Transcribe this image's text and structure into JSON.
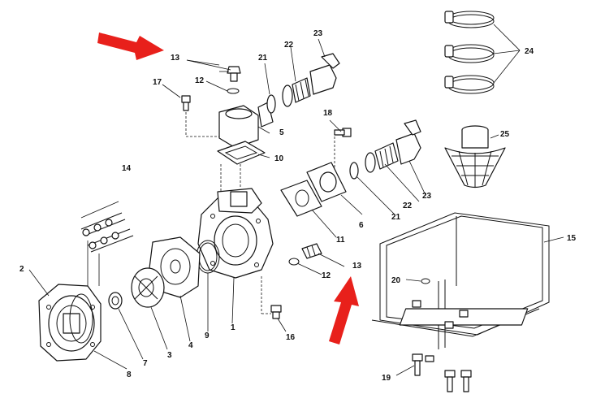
{
  "callouts": [
    {
      "id": "c-13-top",
      "text": "13"
    },
    {
      "id": "c-17",
      "text": "17"
    },
    {
      "id": "c-12-top",
      "text": "12"
    },
    {
      "id": "c-21-top",
      "text": "21"
    },
    {
      "id": "c-22-top",
      "text": "22"
    },
    {
      "id": "c-23-top",
      "text": "23"
    },
    {
      "id": "c-24",
      "text": "24"
    },
    {
      "id": "c-5",
      "text": "5"
    },
    {
      "id": "c-18",
      "text": "18"
    },
    {
      "id": "c-10",
      "text": "10"
    },
    {
      "id": "c-25",
      "text": "25"
    },
    {
      "id": "c-14",
      "text": "14"
    },
    {
      "id": "c-6",
      "text": "6"
    },
    {
      "id": "c-21-mid",
      "text": "21"
    },
    {
      "id": "c-22-mid",
      "text": "22"
    },
    {
      "id": "c-23-mid",
      "text": "23"
    },
    {
      "id": "c-11",
      "text": "11"
    },
    {
      "id": "c-15",
      "text": "15"
    },
    {
      "id": "c-13-mid",
      "text": "13"
    },
    {
      "id": "c-12-mid",
      "text": "12"
    },
    {
      "id": "c-20",
      "text": "20"
    },
    {
      "id": "c-2",
      "text": "2"
    },
    {
      "id": "c-7",
      "text": "7"
    },
    {
      "id": "c-3",
      "text": "3"
    },
    {
      "id": "c-4",
      "text": "4"
    },
    {
      "id": "c-9",
      "text": "9"
    },
    {
      "id": "c-1",
      "text": "1"
    },
    {
      "id": "c-16",
      "text": "16"
    },
    {
      "id": "c-8",
      "text": "8"
    },
    {
      "id": "c-19",
      "text": "19"
    }
  ],
  "colors": {
    "ink": "#111111",
    "highlight_arrow": "#e8201b",
    "background": "#ffffff"
  }
}
